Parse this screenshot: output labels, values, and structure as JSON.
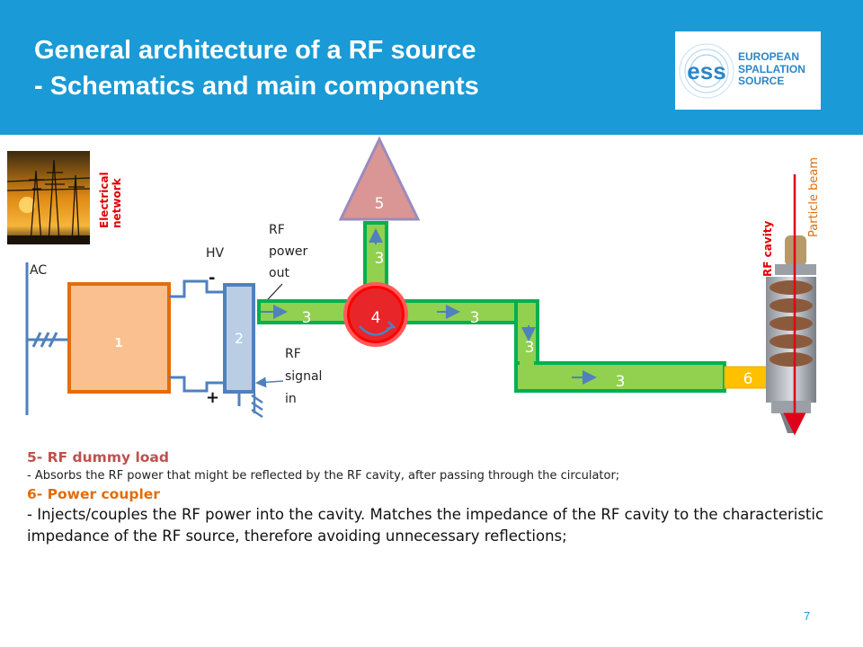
{
  "slide": {
    "title_line1": "General architecture of a RF source",
    "title_line2": "- Schematics and main components",
    "page_number": "7"
  },
  "logo": {
    "mark": "ess",
    "line1": "EUROPEAN",
    "line2": "SPALLATION",
    "line3": "SOURCE"
  },
  "diagram": {
    "electrical_network": "Electrical network",
    "ac": "AC",
    "hv": "HV",
    "minus": "-",
    "plus": "+",
    "rf_power_out": "RF power out",
    "rf_signal_in": "RF signal in",
    "rf_cavity": "RF cavity",
    "particle_beam": "Particle beam",
    "labels": {
      "modulator": "1",
      "klystron": "2",
      "waveguide": "3",
      "circulator": "4",
      "dummy_load": "5",
      "coupler": "6"
    }
  },
  "descriptions": {
    "item5_heading": "5- RF dummy load",
    "item5_text": "- Absorbs the RF power that might be reflected by the RF cavity, after passing through the circulator;",
    "item6_heading": "6- Power coupler",
    "item6_text": "- Injects/couples the RF power into the cavity. Matches the impedance of the RF cavity to the characteristic impedance of the RF source, therefore avoiding unnecessary reflections;"
  },
  "colors": {
    "header": "#1a9ad6",
    "waveguide_fill": "#92d050",
    "waveguide_border": "#00b050",
    "modulator_fill": "#fac090",
    "modulator_border": "#e46c0a",
    "klystron_fill": "#b9cde5",
    "klystron_border": "#4f81bd",
    "circulator": "#ff0000",
    "dummy_load": "#d99694",
    "coupler": "#ffc000",
    "heading_red": "#c0504d",
    "heading_orange": "#e36c09"
  }
}
